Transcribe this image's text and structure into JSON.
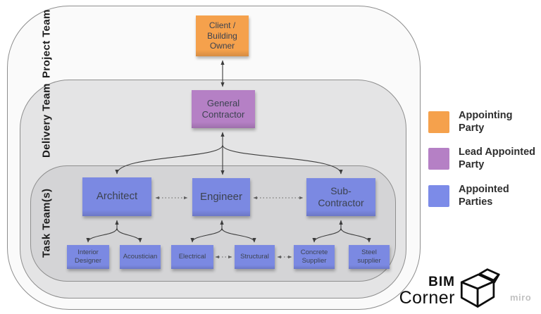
{
  "diagram": {
    "groups": {
      "project": {
        "label": "Project Team"
      },
      "delivery": {
        "label": "Delivery Team"
      },
      "task": {
        "label": "Task Team(s)"
      }
    },
    "nodes": {
      "client": {
        "label": "Client /\nBuilding\nOwner",
        "role": "appointing_party"
      },
      "general_contractor": {
        "label": "General\nContractor",
        "role": "lead_appointed_party"
      },
      "architect": {
        "label": "Architect",
        "role": "appointed_parties"
      },
      "engineer": {
        "label": "Engineer",
        "role": "appointed_parties"
      },
      "sub_contractor": {
        "label": "Sub-\nContractor",
        "role": "appointed_parties"
      },
      "interior_designer": {
        "label": "Interior\nDesigner",
        "role": "appointed_parties"
      },
      "acoustician": {
        "label": "Acoustician",
        "role": "appointed_parties"
      },
      "electrical": {
        "label": "Electrical",
        "role": "appointed_parties"
      },
      "structural": {
        "label": "Structural",
        "role": "appointed_parties"
      },
      "concrete_supplier": {
        "label": "Concrete\nSupplier",
        "role": "appointed_parties"
      },
      "steel_supplier": {
        "label": "Steel\nsupplier",
        "role": "appointed_parties"
      }
    }
  },
  "colors": {
    "appointing_party": "#F5A14C",
    "lead_appointed_party": "#B580C5",
    "appointed_parties": "#7B89E2"
  },
  "legend": {
    "items": [
      {
        "name": "appointing-party",
        "label": "Appointing Party",
        "color": "#F5A14C"
      },
      {
        "name": "lead-appointed-party",
        "label": "Lead Appointed\nParty",
        "color": "#B580C5"
      },
      {
        "name": "appointed-parties",
        "label": "Appointed\nParties",
        "color": "#7C8BE8"
      }
    ]
  },
  "brand": {
    "bim": "BIM",
    "corner": "Corner"
  },
  "watermark": "miro"
}
